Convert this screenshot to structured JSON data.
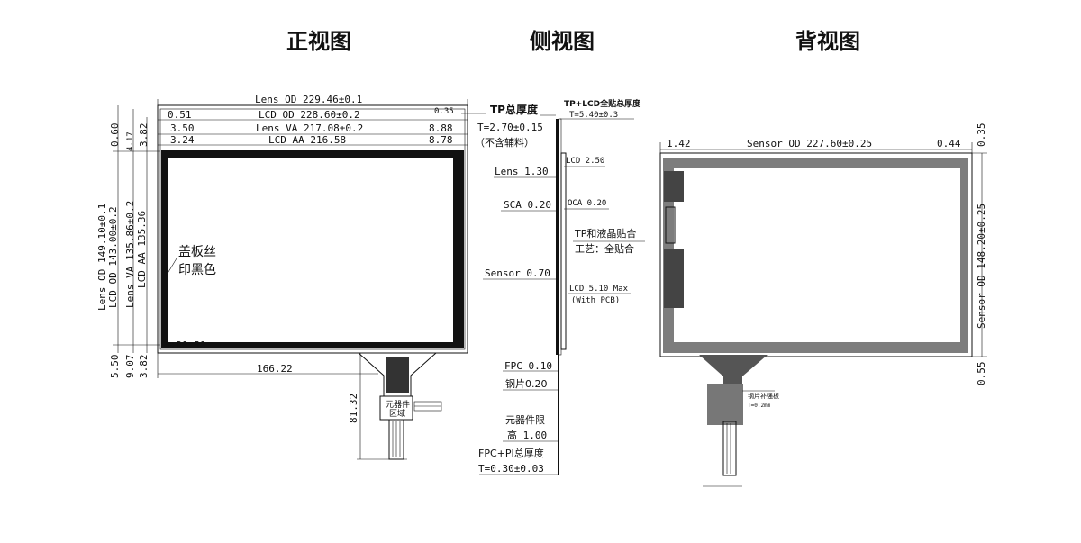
{
  "views": {
    "front_title": "正视图",
    "side_title": "侧视图",
    "back_title": "背视图"
  },
  "front": {
    "lens_od_w": "Lens OD 229.46±0.1",
    "lcd_od_left": "0.51",
    "lcd_od_w": "LCD OD 228.60±0.2",
    "lcd_od_right": "0.35",
    "lens_va_left": "3.50",
    "lens_va_w": "Lens VA 217.08±0.2",
    "lens_va_right": "8.88",
    "lcd_aa_left": "3.24",
    "lcd_aa_w": "LCD AA 216.58",
    "lcd_aa_right": "8.78",
    "top_060": "0.60",
    "top_417": "4.17",
    "top_382": "3.82",
    "lens_od_h": "Lens OD 149.10±0.1",
    "lcd_od_h": "LCD OD 143.00±0.2",
    "lens_va_h": "Lens VA 135.86±0.2",
    "lcd_aa_h": "LCD AA 135.36",
    "bot_550": "5.50",
    "bot_907": "9.07",
    "bot_382": "3.82",
    "fpc_offset": "166.22",
    "fpc_length": "81.32",
    "silk_label_1": "盖板丝",
    "silk_label_2": "印黑色",
    "corner_label": "4+R0.50",
    "component_label_1": "元器件",
    "component_label_2": "区域"
  },
  "side": {
    "tp_total_title": "TP总厚度",
    "tp_total_value": "T=2.70±0.15",
    "tp_total_note": "（不含辅料）",
    "tp_lcd_title": "TP+LCD全贴总厚度",
    "tp_lcd_value": "T=5.40±0.3",
    "lens": "Lens 1.30",
    "lcd": "LCD 2.50",
    "sca": "SCA 0.20",
    "oca": "OCA 0.20",
    "bond_1": "TP和液晶贴合",
    "bond_2": "工艺：全贴合",
    "sensor": "Sensor 0.70",
    "lcd_max_1": "LCD 5.10 Max",
    "lcd_max_2": "(With PCB)",
    "fpc": "FPC 0.10",
    "steel": "钢片0.20",
    "component_1": "元器件限",
    "component_2": "高 1.00",
    "fpc_pi_1": "FPC+PI总厚度",
    "fpc_pi_2": "T=0.30±0.03"
  },
  "back": {
    "left_offset": "1.42",
    "sensor_od_w": "Sensor OD 227.60±0.25",
    "right_offset": "0.44",
    "top_offset": "0.35",
    "sensor_od_h": "Sensor OD 148.20±0.25",
    "bottom_offset": "0.55",
    "steel_note_1": "钢片补强板",
    "steel_note_2": "T=0.2mm"
  }
}
